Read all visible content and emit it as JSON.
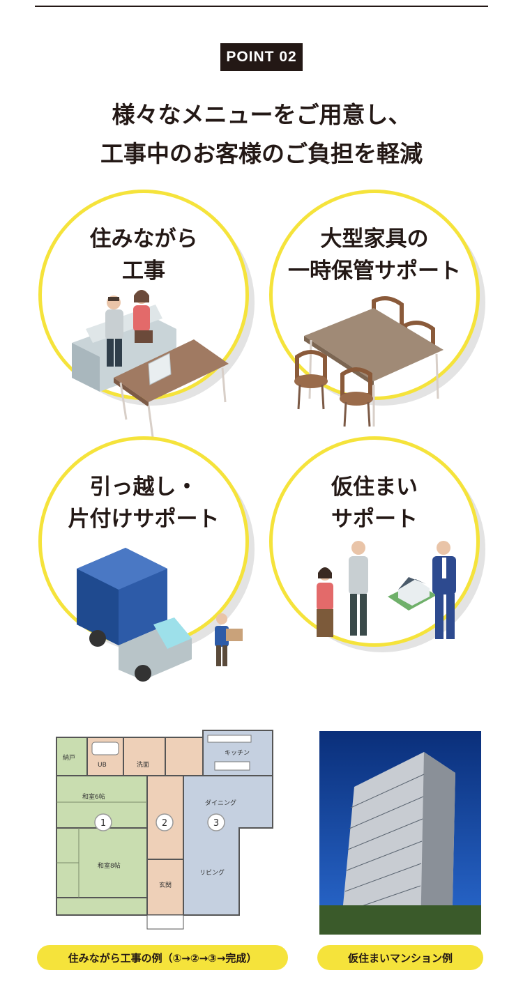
{
  "point_label": "POINT 02",
  "headline": {
    "line1": "様々なメニューをご用意し、",
    "line2": "工事中のお客様のご負担を軽減"
  },
  "services": [
    {
      "line1": "住みながら",
      "line2": "工事"
    },
    {
      "line1": "大型家具の",
      "line2": "一時保管サポート"
    },
    {
      "line1": "引っ越し・",
      "line2": "片付けサポート"
    },
    {
      "line1": "仮住まい",
      "line2": "サポート"
    }
  ],
  "floorplan": {
    "rooms": {
      "storage": "納戸",
      "ub": "UB",
      "washroom": "洗面",
      "kitchen": "キッチン",
      "dining": "ダイニング",
      "japanese_room_1": "和室6帖",
      "japanese_room_2": "和室8帖",
      "living": "リビング",
      "entrance": "玄関"
    },
    "steps": [
      "1",
      "2",
      "3"
    ]
  },
  "captions": {
    "floorplan": "住みながら工事の例（①→②→③→完成）",
    "mansion": "仮住まいマンション例"
  },
  "colors": {
    "accent_yellow": "#f5e33b",
    "dark": "#231815",
    "tatami": "#c9ddb0",
    "wood_floor": "#eed0b8",
    "ldk_floor": "#c5d0e0"
  }
}
